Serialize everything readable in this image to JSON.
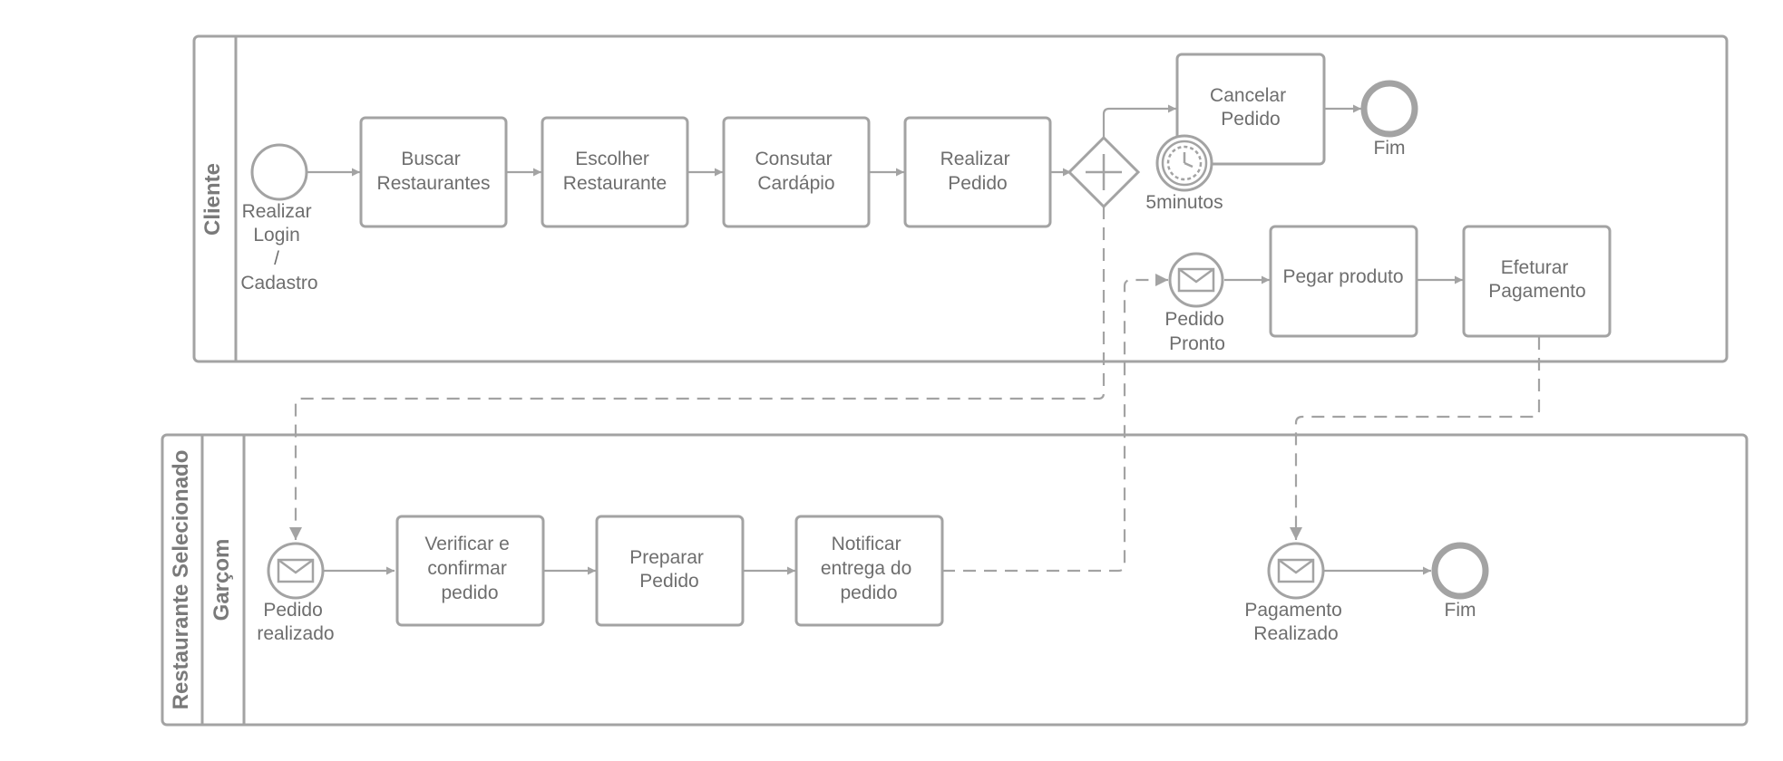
{
  "pools": {
    "cliente": {
      "title": "Cliente"
    },
    "restaurante": {
      "title": "Restaurante Selecionado",
      "lane": "Garçom"
    }
  },
  "cliente": {
    "start_event": [
      "Realizar",
      "Login",
      "/",
      "Cadastro"
    ],
    "task_buscar": [
      "Buscar",
      "Restaurantes"
    ],
    "task_escolher": [
      "Escolher",
      "Restaurante"
    ],
    "task_consultar": [
      "Consutar",
      "Cardápio"
    ],
    "task_realizar": [
      "Realizar",
      "Pedido"
    ],
    "task_cancelar": [
      "Cancelar",
      "Pedido"
    ],
    "end_event_1": "Fim",
    "timer_event": "5minutos",
    "message_event": [
      "Pedido",
      "Pronto"
    ],
    "task_pegar": [
      "Pegar produto"
    ],
    "task_efetuar": [
      "Efeturar",
      "Pagamento"
    ]
  },
  "garcom": {
    "message_event_1": [
      "Pedido",
      "realizado"
    ],
    "task_verificar": [
      "Verificar e",
      "confirmar",
      "pedido"
    ],
    "task_preparar": [
      "Preparar",
      "Pedido"
    ],
    "task_notificar": [
      "Notificar",
      "entrega do",
      "pedido"
    ],
    "message_event_2": [
      "Pagamento",
      "Realizado"
    ],
    "end_event_2": "Fim"
  },
  "colors": {
    "stroke": "#a3a3a3",
    "text": "#6e6e6e",
    "background": "#ffffff"
  },
  "icons": {
    "gateway": "parallel-gateway-plus",
    "timer": "clock-icon",
    "message": "envelope-icon"
  }
}
